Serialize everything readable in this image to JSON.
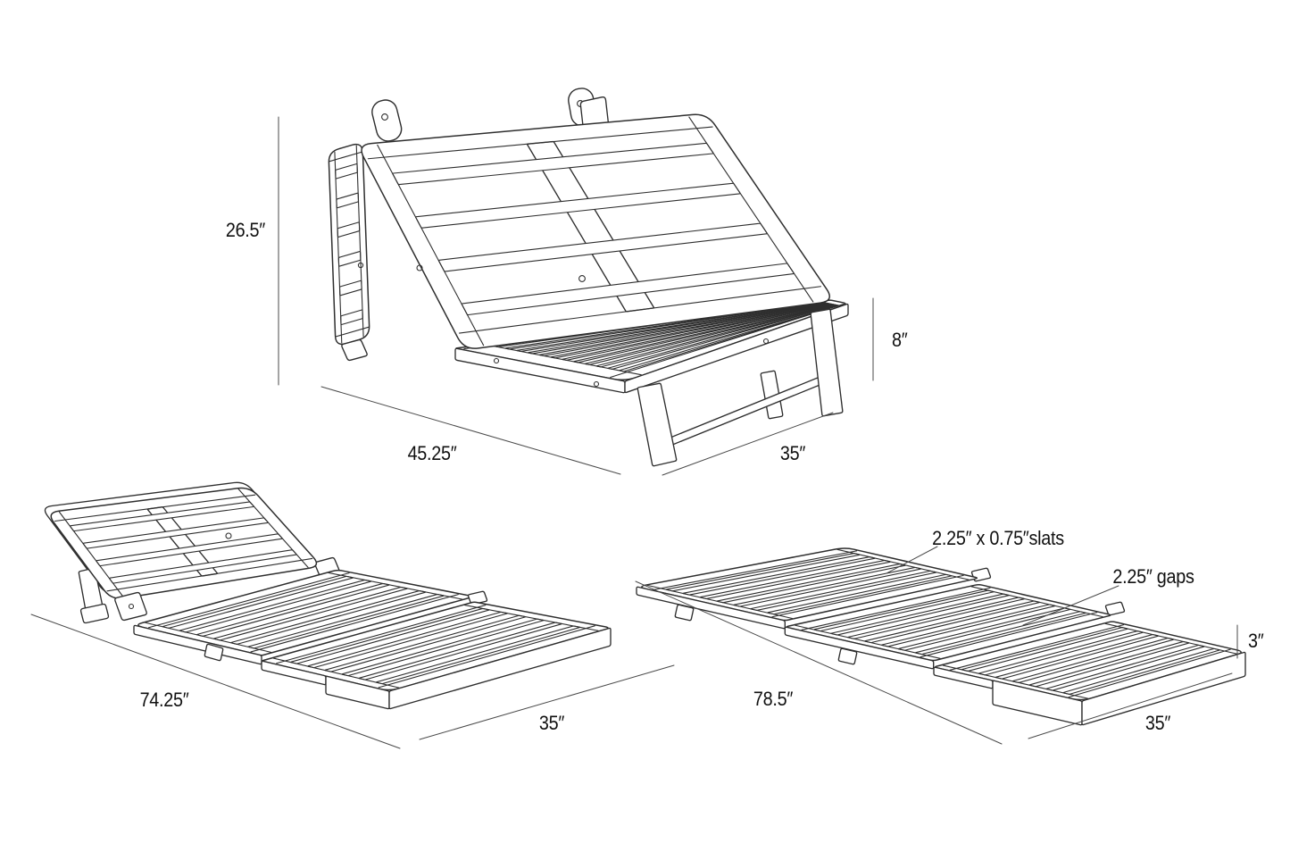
{
  "colors": {
    "background": "#ffffff",
    "line": "#2e2e2e",
    "dimension": "#4a4a4a",
    "text": "#101010"
  },
  "views": {
    "chair": {
      "back_height": "26.5″",
      "seat_height": "8″",
      "depth": "45.25″",
      "width": "35″"
    },
    "lounger": {
      "length": "74.25″",
      "width": "35″"
    },
    "flat": {
      "length": "78.5″",
      "width": "35″",
      "height": "3″",
      "slats_label": "2.25″ x 0.75″slats",
      "gaps_label": "2.25″ gaps"
    }
  }
}
